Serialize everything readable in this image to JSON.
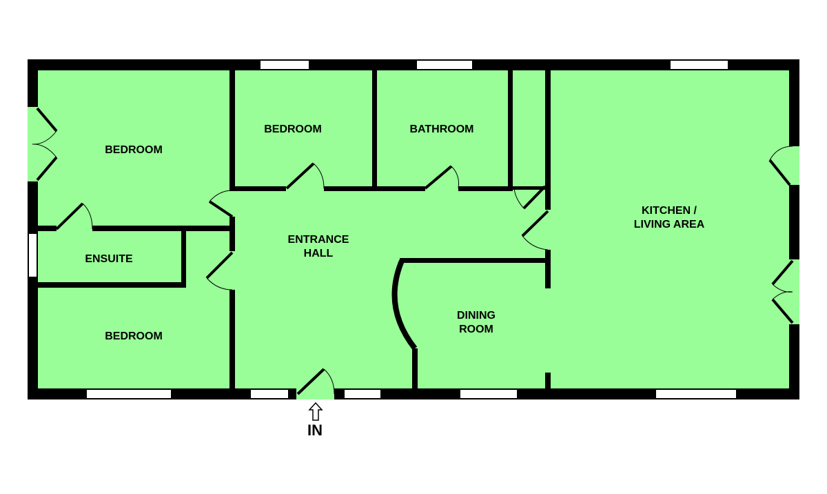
{
  "colors": {
    "floor": "#99fd98",
    "wall": "#000000",
    "window": "#ffffff",
    "background": "#ffffff"
  },
  "rooms": {
    "bedroom_1": {
      "label": "BEDROOM"
    },
    "bedroom_2": {
      "label": "BEDROOM"
    },
    "bathroom": {
      "label": "BATHROOM"
    },
    "ensuite": {
      "label": "ENSUITE"
    },
    "bedroom_3": {
      "label": "BEDROOM"
    },
    "entrance_hall": {
      "line1": "ENTRANCE",
      "line2": "HALL"
    },
    "dining_room": {
      "line1": "DINING",
      "line2": "ROOM"
    },
    "kitchen": {
      "line1": "KITCHEN /",
      "line2": "LIVING AREA"
    }
  },
  "entrance": {
    "label": "IN"
  }
}
